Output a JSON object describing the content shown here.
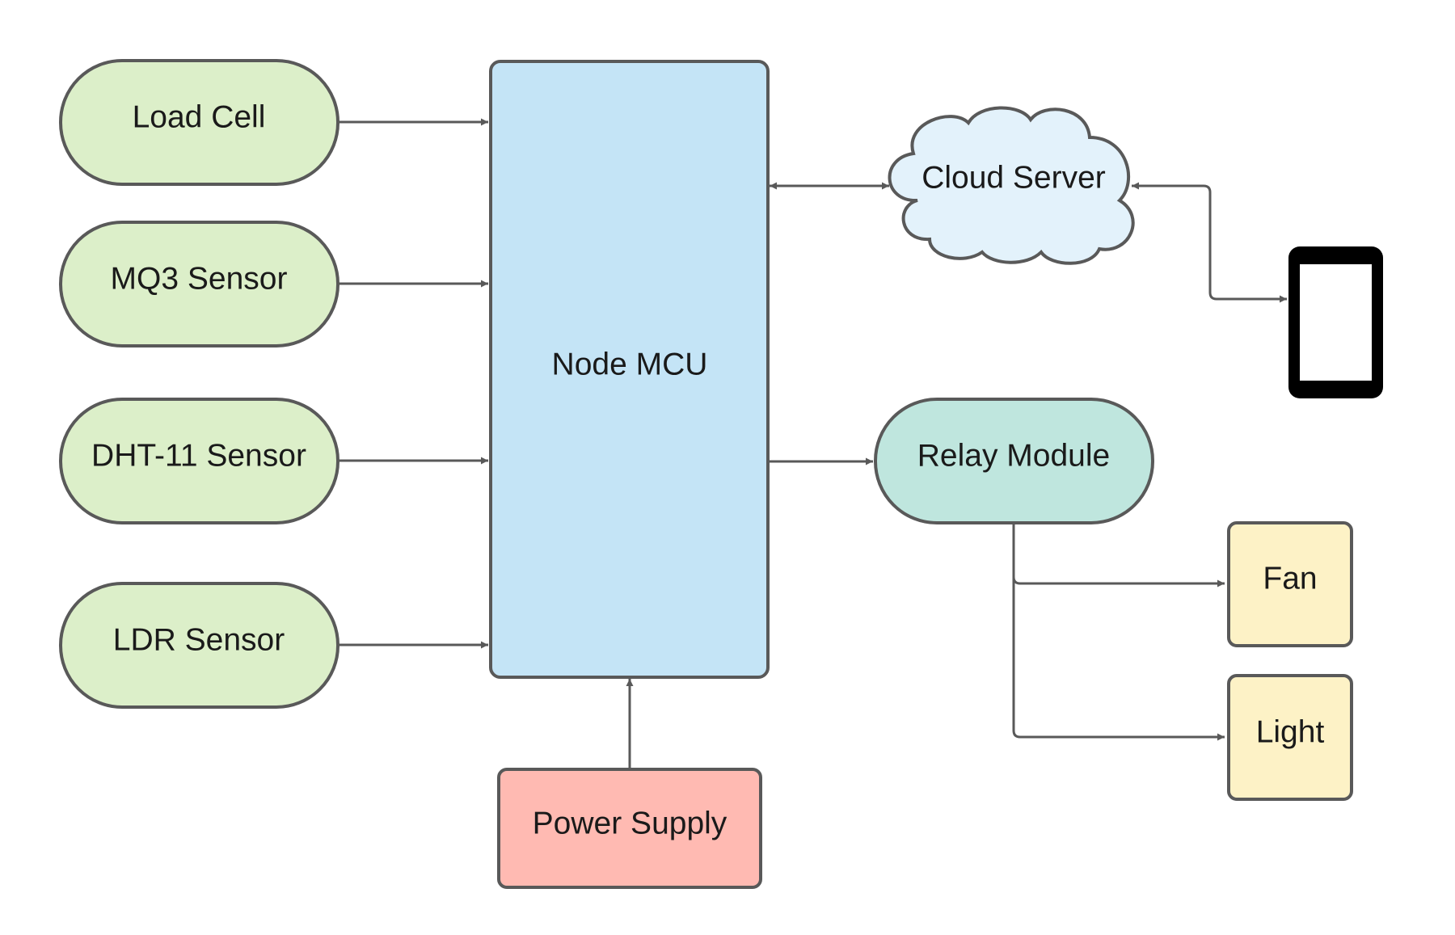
{
  "colors": {
    "sensor_fill": "#dcefc9",
    "mcu_fill": "#c4e4f6",
    "cloud_fill": "#e3f2fb",
    "relay_fill": "#bfe6de",
    "device_fill": "#fdf2c6",
    "power_fill": "#ffbab2",
    "stroke": "#595959",
    "phone": "#000000"
  },
  "nodes": {
    "load_cell": "Load Cell",
    "mq3": "MQ3 Sensor",
    "dht11": "DHT-11 Sensor",
    "ldr": "LDR Sensor",
    "mcu": "Node MCU",
    "cloud": "Cloud Server",
    "relay": "Relay Module",
    "fan": "Fan",
    "light": "Light",
    "power": "Power Supply",
    "phone_icon": "smartphone-icon"
  }
}
